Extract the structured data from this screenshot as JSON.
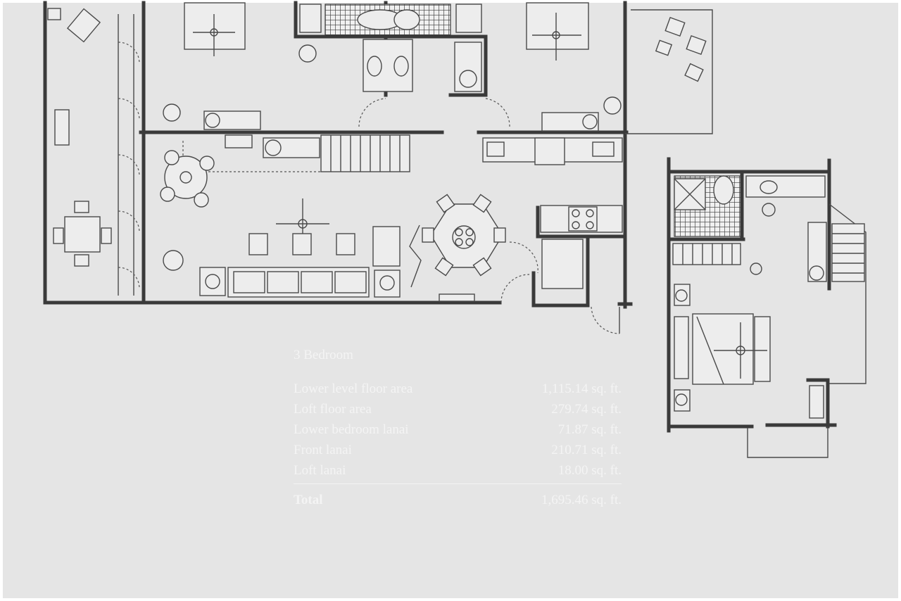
{
  "plan": {
    "title": "3 Bedroom",
    "rows": [
      {
        "label": "Lower level floor area",
        "value": "1,115.14 sq. ft."
      },
      {
        "label": "Loft floor area",
        "value": "279.74 sq. ft."
      },
      {
        "label": "Lower bedroom lanai",
        "value": "71.87 sq. ft."
      },
      {
        "label": "Front lanai",
        "value": "210.71 sq. ft."
      },
      {
        "label": "Loft lanai",
        "value": "18.00 sq. ft."
      }
    ],
    "total": {
      "label": "Total",
      "value": "1,695.46 sq. ft."
    }
  },
  "colors": {
    "paper": "#e5e5e5",
    "ink": "#3a3a3a",
    "text": "#f4f4f4"
  }
}
